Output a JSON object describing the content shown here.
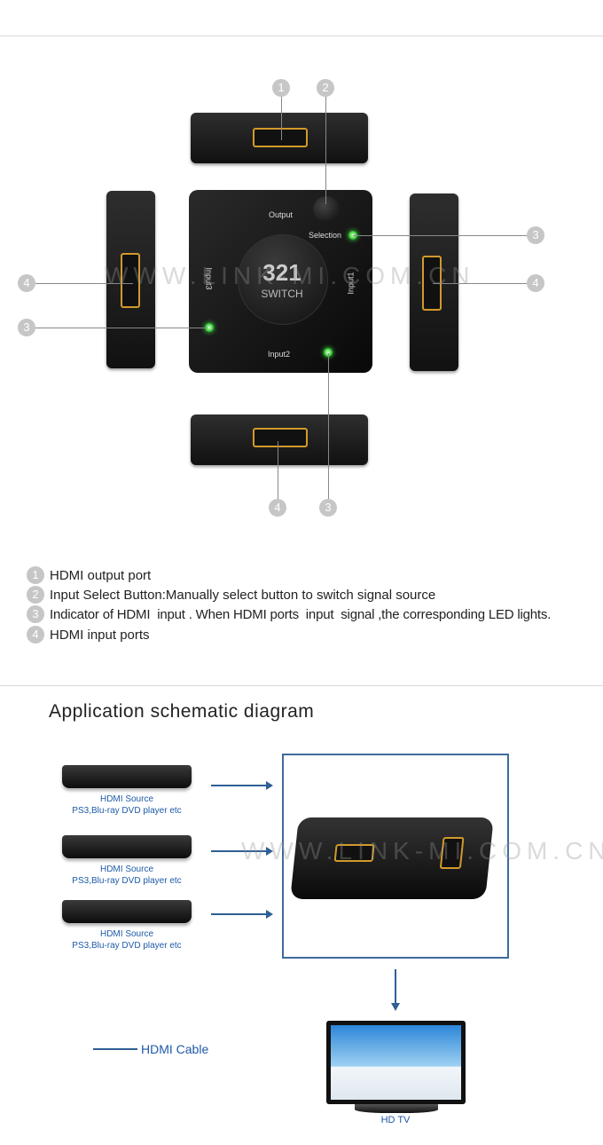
{
  "diagram": {
    "device_labels": {
      "output": "Output",
      "selection": "Selection",
      "input1": "Input1",
      "input2": "Input2",
      "input3": "Input3",
      "logo_number": "321",
      "logo_text": "SWITCH"
    },
    "callouts": [
      "1",
      "2",
      "3",
      "4"
    ],
    "watermark": "WWW.LINK-MI.COM.CN"
  },
  "legend": [
    {
      "num": "1",
      "text": "HDMI output port"
    },
    {
      "num": "2",
      "text": "Input Select Button:Manually select button to switch signal source"
    },
    {
      "num": "3",
      "text": "Indicator of HDMI  input . When HDMI ports  input  signal ,the corresponding LED lights."
    },
    {
      "num": "4",
      "text": "HDMI input ports"
    }
  ],
  "schematic": {
    "title": "Application schematic diagram",
    "sources": [
      {
        "line1": "HDMI Source",
        "line2": "PS3,Blu-ray DVD player etc"
      },
      {
        "line1": "HDMI Source",
        "line2": "PS3,Blu-ray DVD player etc"
      },
      {
        "line1": "HDMI Source",
        "line2": "PS3,Blu-ray DVD player etc"
      }
    ],
    "cable_legend": "HDMI Cable",
    "tv_label": "HD TV",
    "watermark": "WWW.LINK-MI.COM.CN"
  },
  "colors": {
    "accent": "#1e5aa8",
    "box_border": "#3f6a9a"
  }
}
